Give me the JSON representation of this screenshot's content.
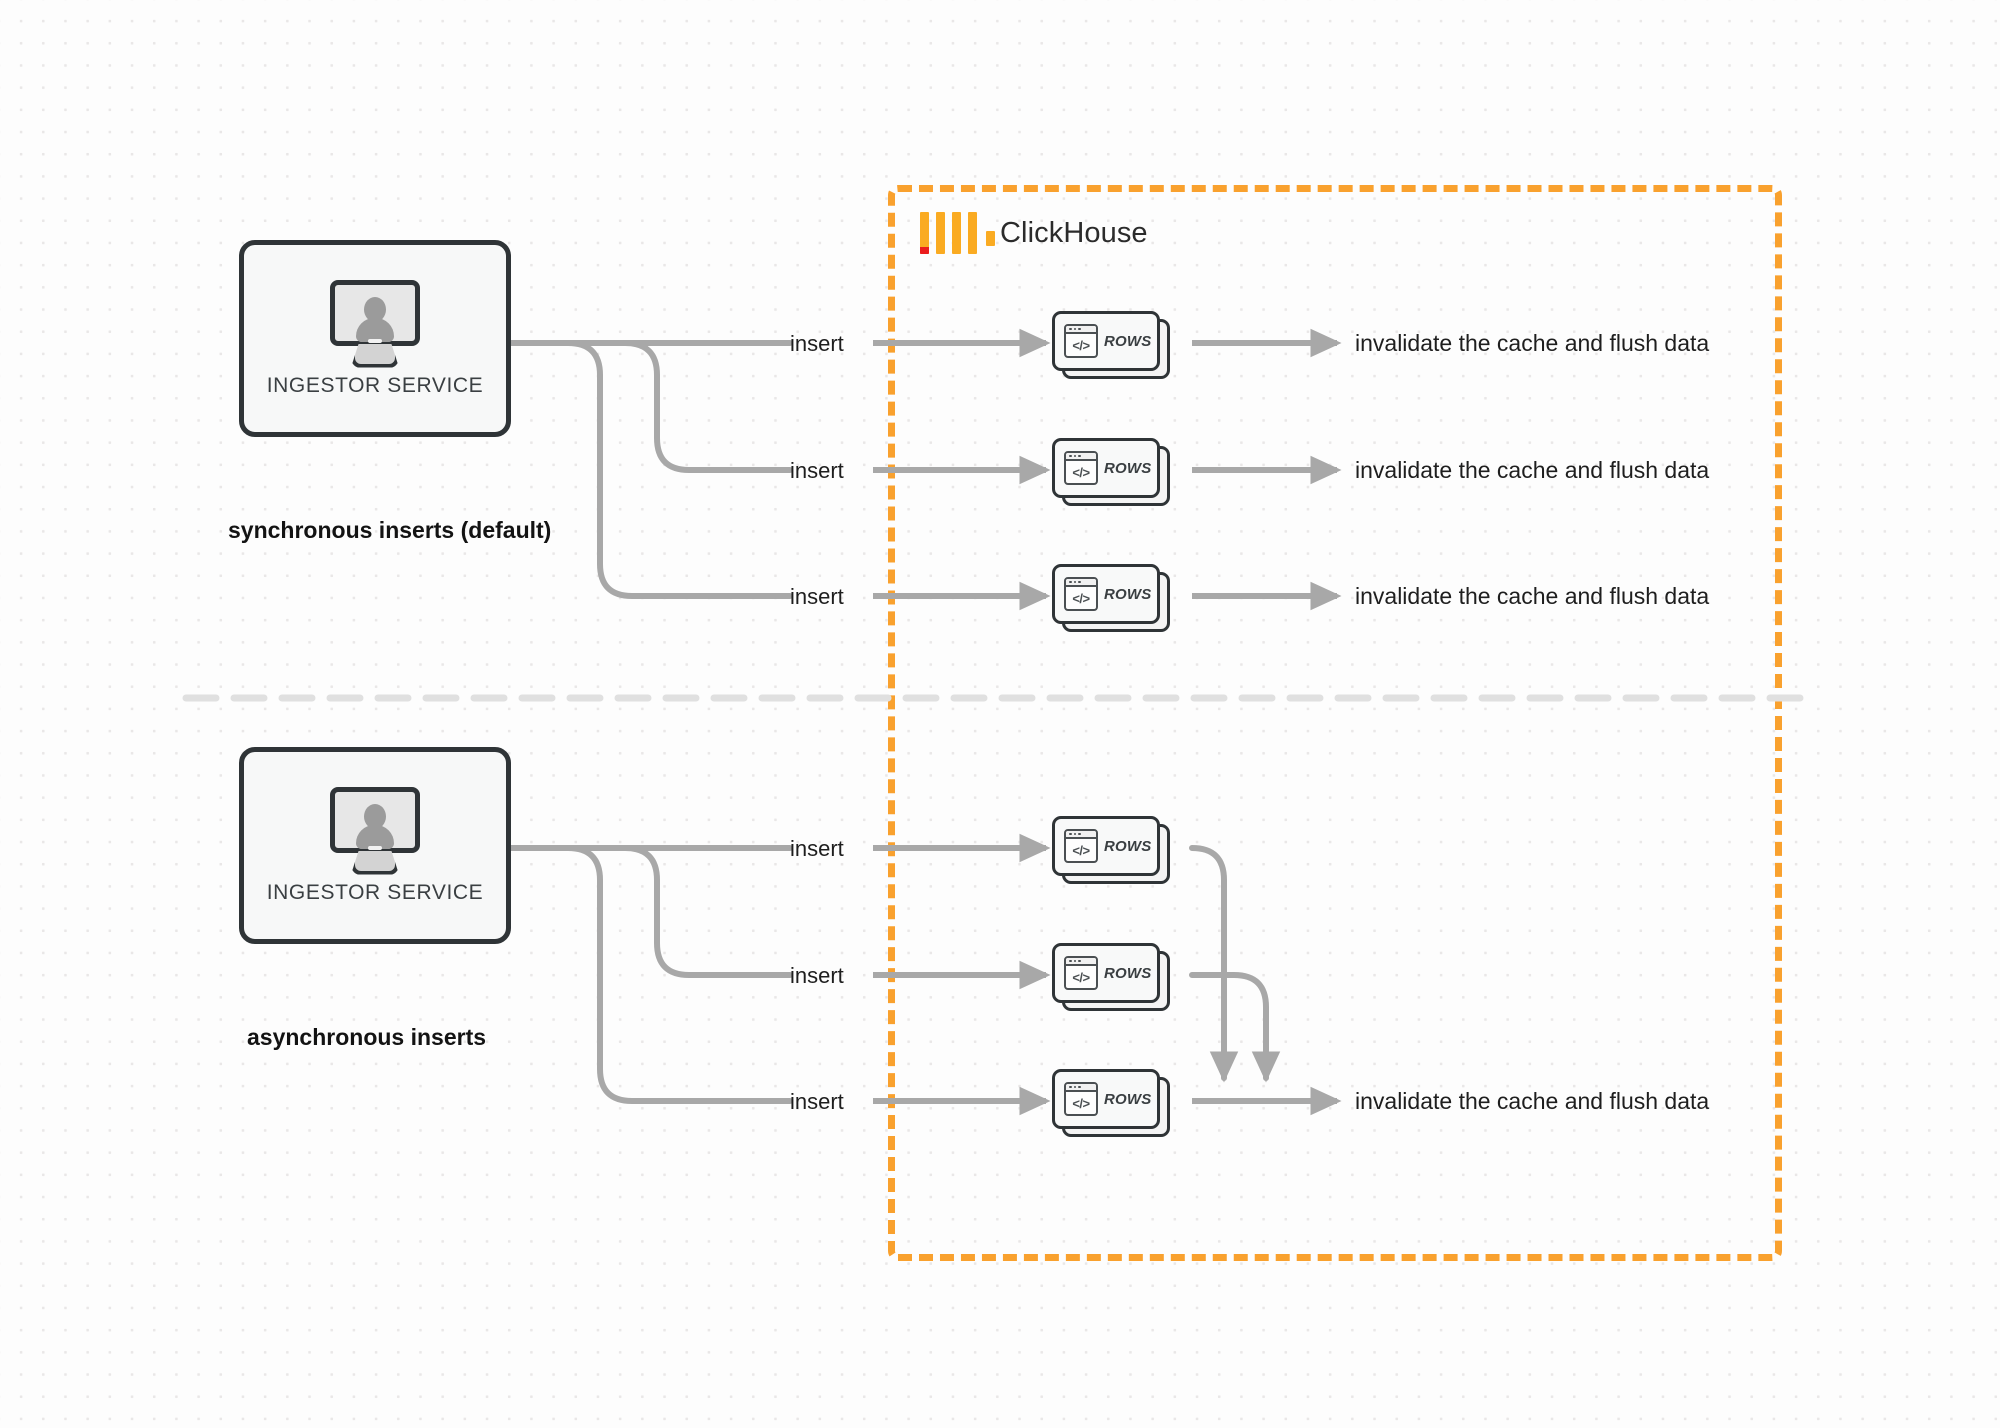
{
  "diagram": {
    "title": "ClickHouse synchronous vs asynchronous inserts",
    "colors": {
      "region_border": "#F9A12E",
      "logo_bar": "#FAAB22",
      "logo_accent": "#EB1D1D",
      "node_border": "#2f3437",
      "edge": "#a8a8a8",
      "background": "#fdfdfd"
    }
  },
  "region": {
    "label": "ClickHouse",
    "logo_name": "clickhouse-logo"
  },
  "sections": [
    {
      "id": "sync",
      "caption": "synchronous inserts (default)",
      "service": {
        "label": "INGESTOR SERVICE",
        "icon": "monitor-user-icon"
      },
      "edges": [
        {
          "label": "insert",
          "target": "ROWS",
          "output": "invalidate the cache and flush data"
        },
        {
          "label": "insert",
          "target": "ROWS",
          "output": "invalidate the cache and flush data"
        },
        {
          "label": "insert",
          "target": "ROWS",
          "output": "invalidate the cache and flush data"
        }
      ]
    },
    {
      "id": "async",
      "caption": "asynchronous inserts",
      "service": {
        "label": "INGESTOR SERVICE",
        "icon": "monitor-user-icon"
      },
      "edges": [
        {
          "label": "insert",
          "target": "ROWS"
        },
        {
          "label": "insert",
          "target": "ROWS"
        },
        {
          "label": "insert",
          "target": "ROWS"
        }
      ],
      "merged_output": "invalidate the cache and flush data"
    }
  ],
  "rows_card": {
    "label": "ROWS",
    "icon": "code-window-icon",
    "code_glyph": "</>"
  }
}
